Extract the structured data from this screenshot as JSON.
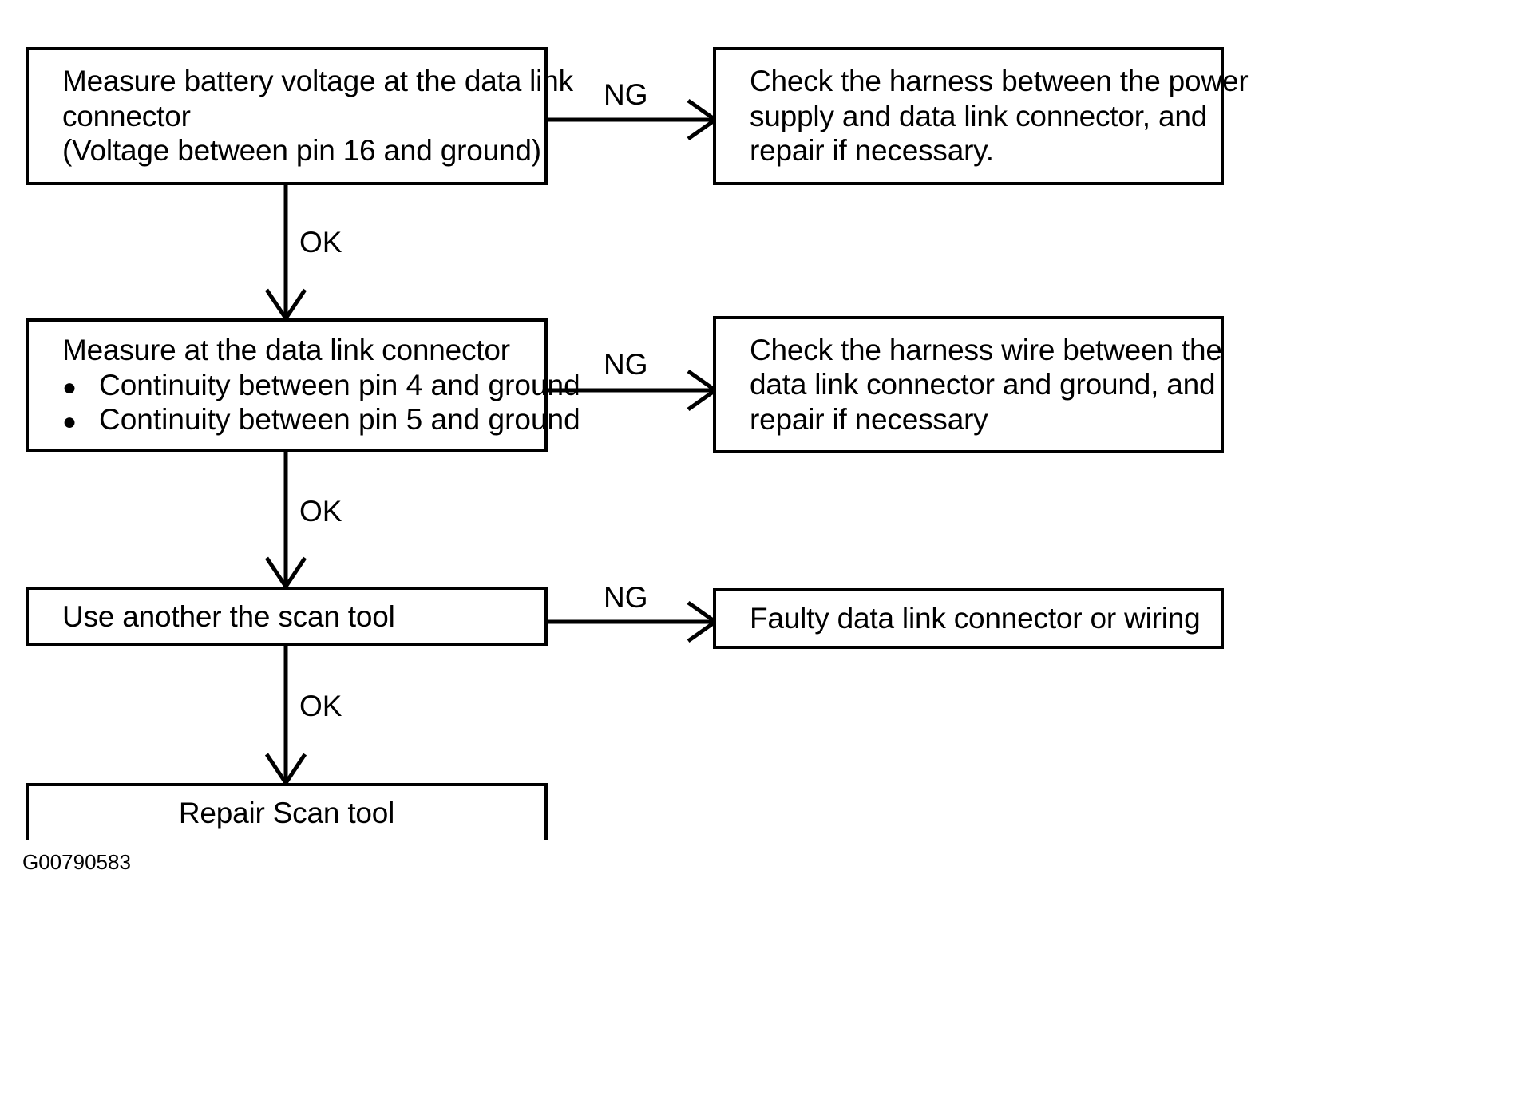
{
  "diagram": {
    "caption": "G00790583",
    "nodes": [
      {
        "id": "measure-battery-voltage",
        "lines": [
          "Measure battery voltage at the data link",
          "connector",
          "(Voltage between pin 16 and ground)"
        ]
      },
      {
        "id": "check-harness-power-supply",
        "lines": [
          "Check the harness between the power",
          "supply and data link connector, and",
          "repair if necessary."
        ]
      },
      {
        "id": "measure-at-data-link-connector",
        "title": "Measure at the data link connector",
        "bullet_char": "●",
        "bullets": [
          "Continuity between pin 4 and ground",
          "Continuity between pin 5 and ground"
        ]
      },
      {
        "id": "check-harness-wire-ground",
        "lines": [
          "Check the harness wire between the",
          "data link connector and ground, and",
          "repair if necessary"
        ]
      },
      {
        "id": "use-another-scan-tool",
        "lines": [
          "Use another the scan tool"
        ]
      },
      {
        "id": "faulty-data-link-connector",
        "lines": [
          "Faulty data link connector or wiring"
        ]
      },
      {
        "id": "repair-scan-tool",
        "lines": [
          "Repair Scan tool"
        ]
      }
    ],
    "edge_labels": {
      "ng_1": "NG",
      "ng_2": "NG",
      "ng_3": "NG",
      "ok_1": "OK",
      "ok_2": "OK",
      "ok_3": "OK"
    },
    "colors": {
      "stroke": "#000000",
      "fill": "#ffffff",
      "text": "#000000"
    }
  }
}
